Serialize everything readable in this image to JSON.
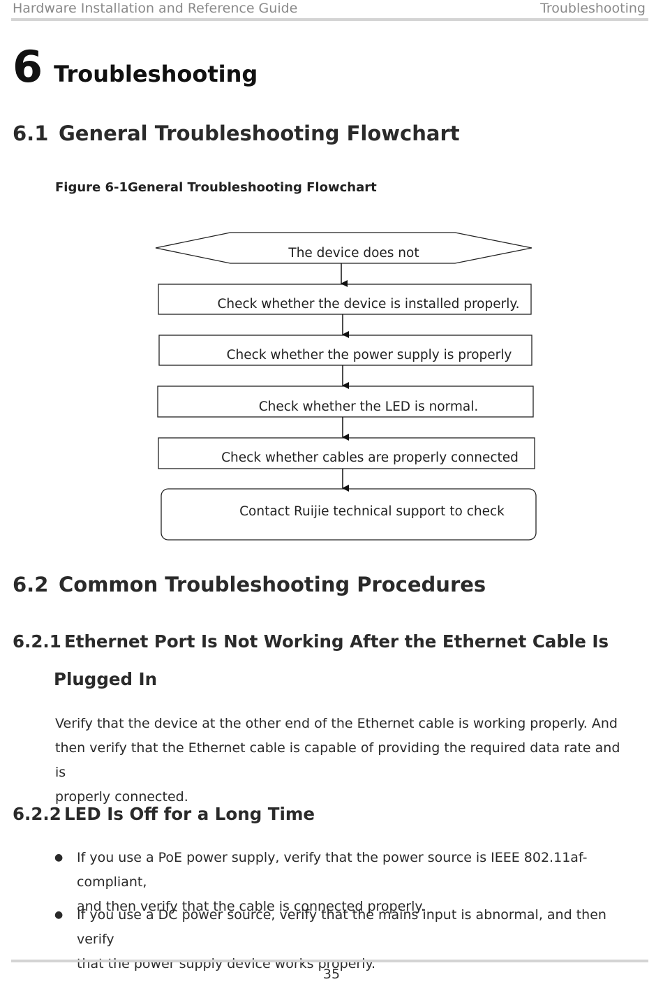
{
  "header": {
    "left": "Hardware Installation and Reference Guide",
    "right": "Troubleshooting"
  },
  "chapter": {
    "number": "6",
    "title": "Troubleshooting"
  },
  "sec61": {
    "number": "6.1",
    "title": "General Troubleshooting Flowchart"
  },
  "figure": {
    "caption": "Figure 6-1General Troubleshooting Flowchart"
  },
  "flow": {
    "start": "The device does not",
    "step1": "Check whether the device is installed properly.",
    "step2": "Check whether the power supply is properly",
    "step3": "Check whether the LED is normal.",
    "step4": "Check whether cables are properly connected",
    "end": "Contact Ruijie technical support to check"
  },
  "sec62": {
    "number": "6.2",
    "title": "Common Troubleshooting Procedures"
  },
  "sec621": {
    "number": "6.2.1",
    "title_line1": "Ethernet Port Is Not Working After the Ethernet Cable Is",
    "title_line2": "Plugged In",
    "body_line1": "Verify that the device at the other end of the Ethernet cable is working properly. And",
    "body_line2": "then verify that the Ethernet cable is capable of providing the required data rate and is",
    "body_line3": "properly connected."
  },
  "sec622": {
    "number": "6.2.2",
    "title": "LED Is Off for a Long Time",
    "bullets": [
      {
        "line1": "If you use a PoE power supply, verify that the power source is IEEE 802.11af-compliant,",
        "line2": "and then verify that the cable is connected properly."
      },
      {
        "line1": "If you use a DC power source, verify that the mains input is abnormal, and then verify",
        "line2": "that the power supply device works properly."
      }
    ]
  },
  "footer": {
    "page": "35"
  }
}
